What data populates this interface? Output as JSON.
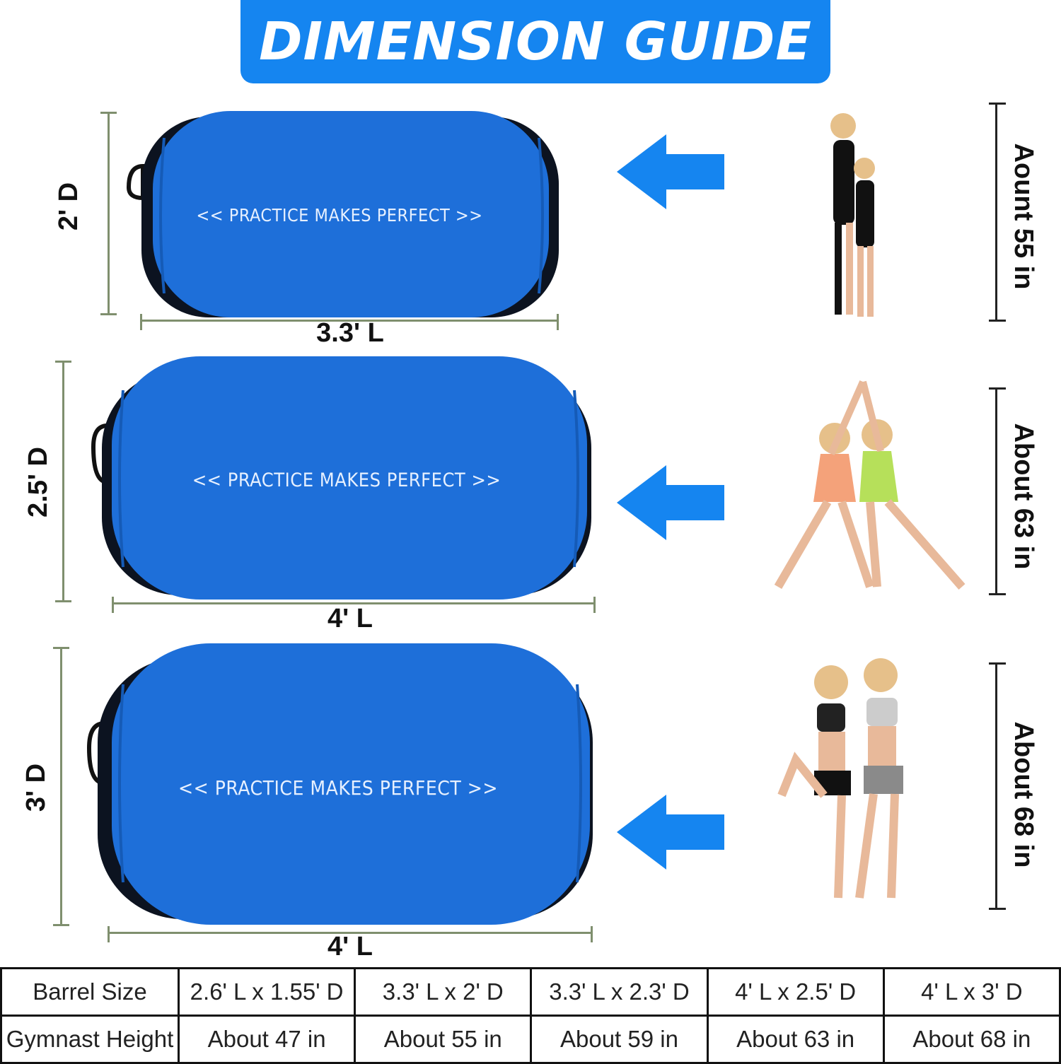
{
  "banner": {
    "title": "DIMENSION GUIDE"
  },
  "colors": {
    "accent": "#1585f0",
    "barrel": "#1e6fd9",
    "dimension_line": "#7f8f6e"
  },
  "rows": [
    {
      "barrel_text": "<< PRACTICE MAKES PERFECT >>",
      "depth": "2' D",
      "length": "3.3' L",
      "height_label": "Aount 55 in"
    },
    {
      "barrel_text": "<< PRACTICE MAKES PERFECT >>",
      "depth": "2.5' D",
      "length": "4' L",
      "height_label": "About 63 in"
    },
    {
      "barrel_text": "<< PRACTICE MAKES PERFECT >>",
      "depth": "3' D",
      "length": "4' L",
      "height_label": "About 68 in"
    }
  ],
  "table": {
    "rows": [
      {
        "header": "Barrel Size",
        "cells": [
          "2.6' L x 1.55' D",
          "3.3' L x 2' D",
          "3.3' L x 2.3' D",
          "4' L x 2.5' D",
          "4' L x 3' D"
        ]
      },
      {
        "header": "Gymnast Height",
        "cells": [
          "About 47 in",
          "About 55 in",
          "About 59 in",
          "About 63 in",
          "About 68 in"
        ]
      }
    ]
  }
}
